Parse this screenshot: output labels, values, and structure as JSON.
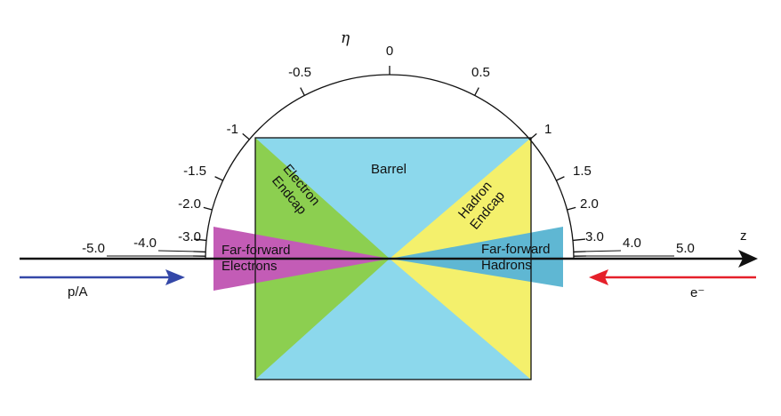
{
  "eta_symbol": "η",
  "eta_ticks": [
    {
      "eta": 0,
      "label": "0"
    },
    {
      "eta": -0.5,
      "label": "-0.5"
    },
    {
      "eta": 0.5,
      "label": "0.5"
    },
    {
      "eta": -1,
      "label": "-1"
    },
    {
      "eta": 1,
      "label": "1"
    },
    {
      "eta": -1.5,
      "label": "-1.5"
    },
    {
      "eta": 1.5,
      "label": "1.5"
    },
    {
      "eta": -2.0,
      "label": "-2.0"
    },
    {
      "eta": 2.0,
      "label": "2.0"
    },
    {
      "eta": -3.0,
      "label": "-3.0"
    },
    {
      "eta": 3.0,
      "label": "3.0"
    },
    {
      "eta": -4.0,
      "label": "-4.0"
    },
    {
      "eta": 4.0,
      "label": "4.0"
    },
    {
      "eta": -5.0,
      "label": "-5.0"
    },
    {
      "eta": 5.0,
      "label": "5.0"
    }
  ],
  "regions": {
    "barrel": "Barrel",
    "electron_endcap": [
      "Electron",
      "Endcap"
    ],
    "hadron_endcap": [
      "Hadron",
      "Endcap"
    ],
    "far_forward_electrons": [
      "Far-forward",
      "Electrons"
    ],
    "far_forward_hadrons": [
      "Far-forward",
      "Hadrons"
    ]
  },
  "beams": {
    "axis_label": "z",
    "left_beam": "p/A",
    "right_beam": "e⁻"
  },
  "colors": {
    "barrel": "#8cd8ec",
    "electron_endcap": "#8ccf50",
    "hadron_endcap": "#f4f06c",
    "far_forward_electrons": "#c35cb6",
    "far_forward_hadrons": "#5fb7d3",
    "pA_arrow": "#3448a8",
    "e_arrow": "#e5202a",
    "axis": "#111111"
  }
}
